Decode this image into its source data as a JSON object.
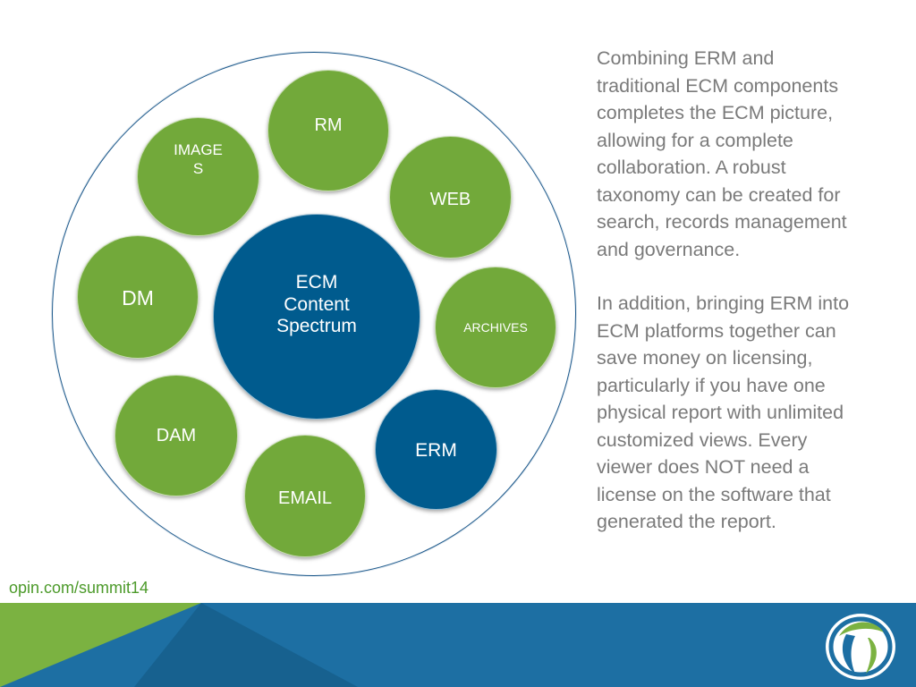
{
  "diagram": {
    "center": "ECM\nContent\nSpectrum",
    "components": {
      "rm": "RM",
      "images": "IMAGE\nS",
      "web": "WEB",
      "dm": "DM",
      "archives": "ARCHIVES",
      "dam": "DAM",
      "erm": "ERM",
      "email": "EMAIL"
    }
  },
  "description": {
    "paragraph1": "Combining ERM and\ntraditional ECM components\ncompletes the ECM picture,\nallowing for a complete\ncollaboration. A robust\ntaxonomy can be created for\nsearch, records management\nand governance.",
    "paragraph2": "In addition, bringing ERM into\nECM platforms together can\nsave money on licensing,\nparticularly if you have one\nphysical report with unlimited\ncustomized views. Every\nviewer does NOT need a\nlicense on the software that\ngenerated the report."
  },
  "footer": {
    "link": "opin.com/summit14"
  },
  "colors": {
    "green": "#72a93a",
    "blue": "#005b8e",
    "band_blue": "#1d6fa3",
    "band_green": "#7bb241",
    "text_gray": "#7a7a7a"
  }
}
